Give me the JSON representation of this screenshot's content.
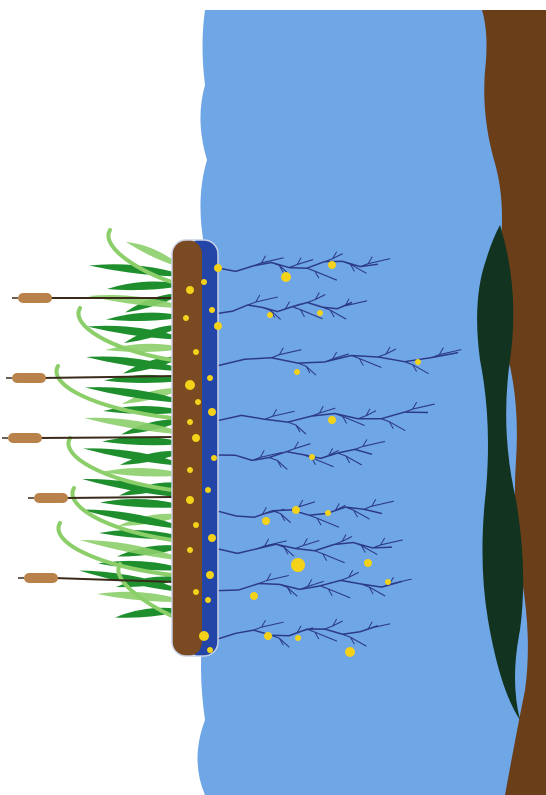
{
  "diagram": {
    "colors": {
      "water": "#6fa6e6",
      "bank": "#6b3e1a",
      "deep_zone": "#12331f",
      "mat_soil": "#7a4a22",
      "root_zone": "#2345a8",
      "roots": "#2c3a8a",
      "bubbles": "#f5d21a",
      "cattail_head": "#b9824a",
      "cattail_stem": "#3a2a1a",
      "leaves_dark": "#1f8f2e",
      "leaves_light": "#8ccf6a"
    },
    "icons": {
      "floating_mat": "floating-wetland-mat",
      "plants": "emergent-plants",
      "cattails": "cattail-plants",
      "roots": "hanging-roots",
      "particles": "suspended-particles"
    }
  }
}
